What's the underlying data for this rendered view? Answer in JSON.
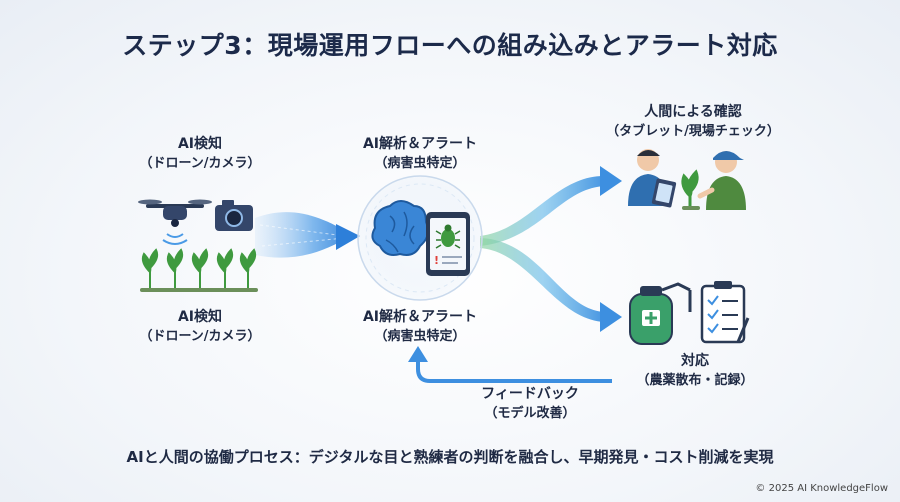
{
  "title": "ステップ3：現場運用フローへの組み込みとアラート対応",
  "nodes": {
    "detection_top": {
      "line1": "AI検知",
      "line2": "（ドローン/カメラ）"
    },
    "detection_bottom": {
      "line1": "AI検知",
      "line2": "（ドローン/カメラ）"
    },
    "analysis_top": {
      "line1": "AI解析＆アラート",
      "line2": "（病害虫特定）"
    },
    "analysis_bottom": {
      "line1": "AI解析＆アラート",
      "line2": "（病害虫特定）"
    },
    "human_check": {
      "line1": "人間による確認",
      "line2": "（タブレット/現場チェック）"
    },
    "response": {
      "line1": "対応",
      "line2": "（農薬散布・記録）"
    },
    "feedback": {
      "line1": "フィードバック",
      "line2": "（モデル改善）"
    }
  },
  "footer": "AIと人間の協働プロセス：デジタルな目と熟練者の判断を融合し、早期発見・コスト削減を実現",
  "copyright": "© 2025 AI KnowledgeFlow",
  "icons": [
    "drone-icon",
    "camera-icon",
    "crop-plants-icon",
    "brain-icon",
    "tablet-alert-icon",
    "bug-icon",
    "inspector-with-tablet-icon",
    "farmer-with-plant-icon",
    "sprayer-icon",
    "clipboard-icon"
  ],
  "colors": {
    "flow_blue": "#3d8fe0",
    "flow_green": "#7ccf8a",
    "title": "#1c2a4a",
    "plant_green": "#3f9a3f",
    "alert_red": "#e0403a"
  }
}
